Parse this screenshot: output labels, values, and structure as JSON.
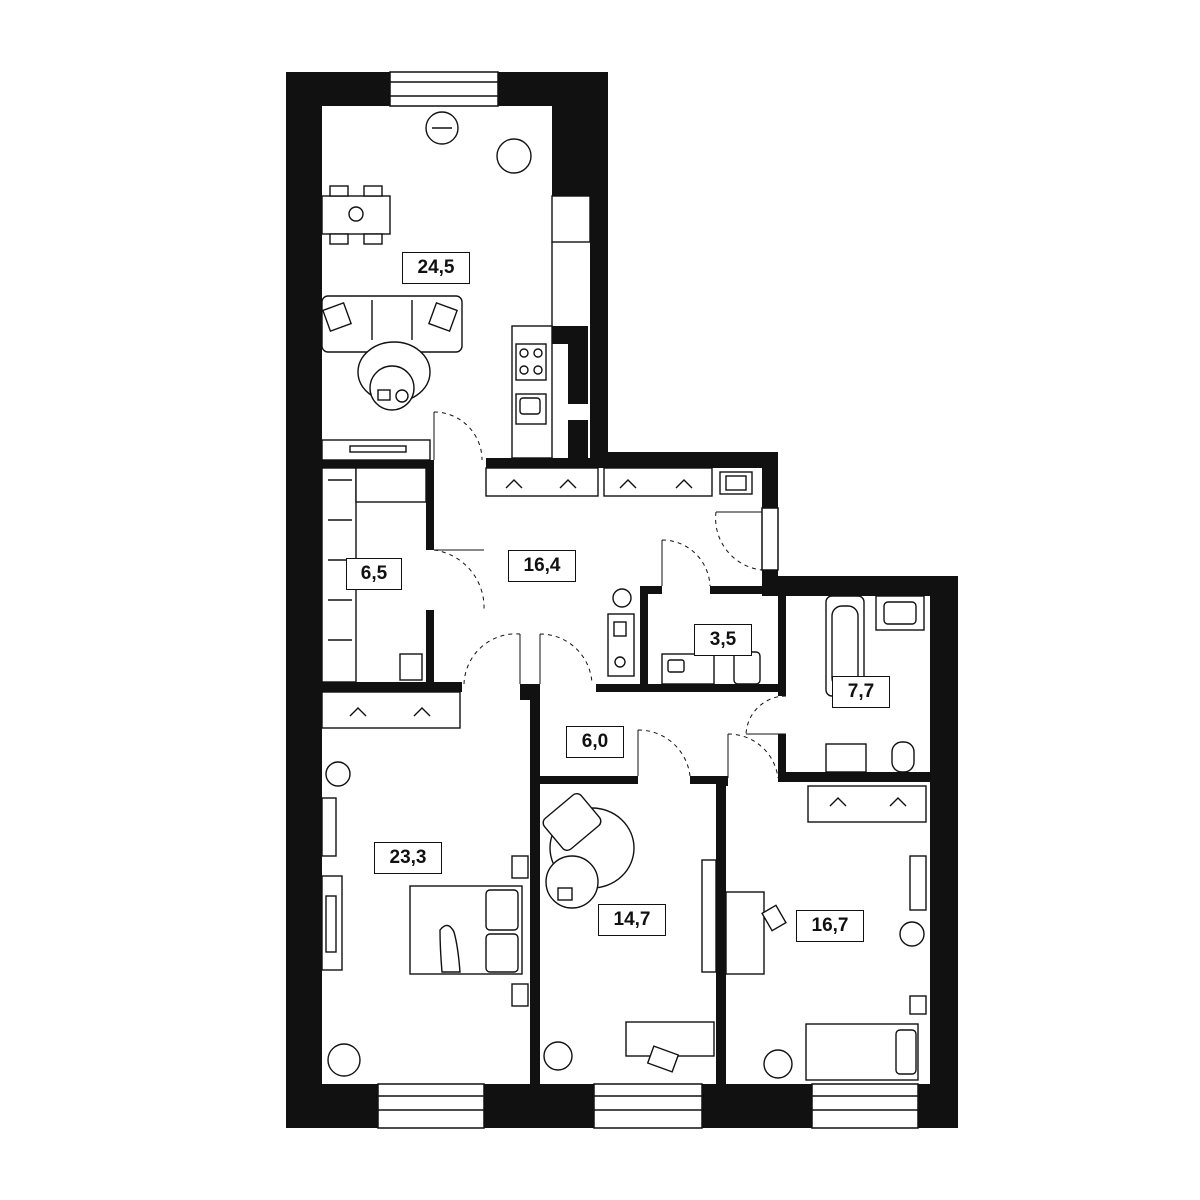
{
  "floor_plan": {
    "rooms": [
      {
        "id": "living-kitchen",
        "area": "24,5"
      },
      {
        "id": "wardrobe",
        "area": "6,5"
      },
      {
        "id": "hall",
        "area": "16,4"
      },
      {
        "id": "wc",
        "area": "3,5"
      },
      {
        "id": "bathroom",
        "area": "7,7"
      },
      {
        "id": "corridor",
        "area": "6,0"
      },
      {
        "id": "master-bedroom",
        "area": "23,3"
      },
      {
        "id": "bedroom-middle",
        "area": "14,7"
      },
      {
        "id": "bedroom-right",
        "area": "16,7"
      }
    ]
  }
}
